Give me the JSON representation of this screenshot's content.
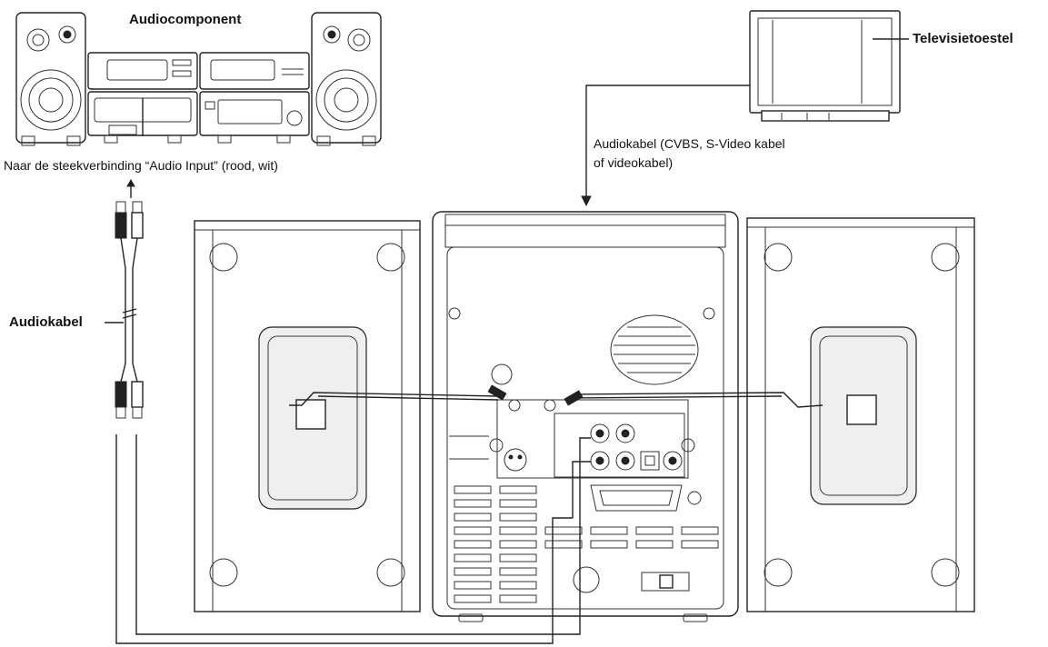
{
  "labels": {
    "audiocomponent": "Audiocomponent",
    "televisietoestel": "Televisietoestel",
    "audio_input": "Naar de steekverbinding “Audio Input” (rood, wit)",
    "audiokabel_tv_line1": "Audiokabel (CVBS, S-Video kabel",
    "audiokabel_tv_line2": "of videokabel)",
    "audiokabel_left": "Audiokabel"
  }
}
